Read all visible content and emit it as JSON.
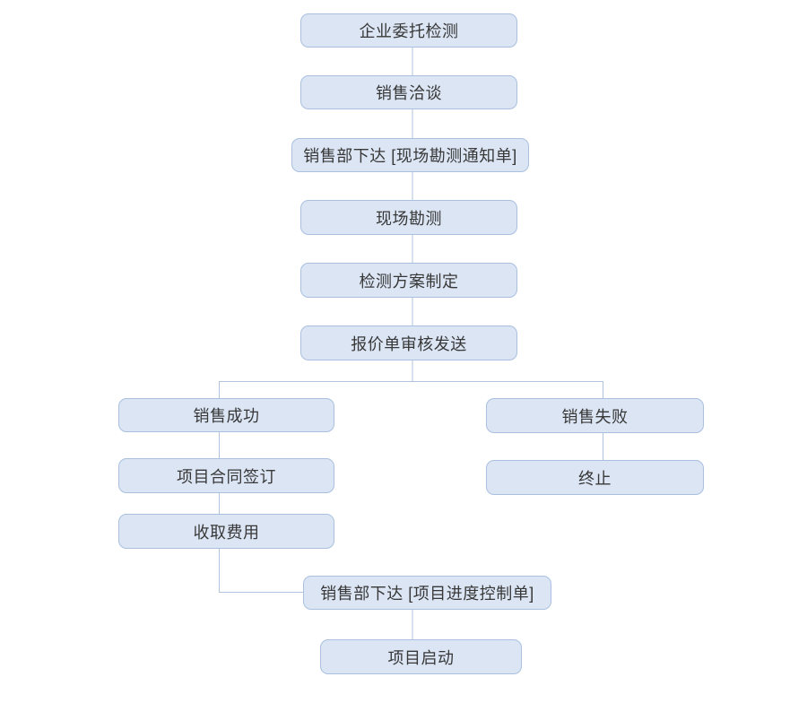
{
  "nodes": [
    {
      "label": "企业委托检测"
    },
    {
      "label": "销售洽谈"
    },
    {
      "label": "销售部下达 [现场勘测通知单]"
    },
    {
      "label": "现场勘测"
    },
    {
      "label": "检测方案制定"
    },
    {
      "label": "报价单审核发送"
    },
    {
      "label": "销售成功"
    },
    {
      "label": "销售失败"
    },
    {
      "label": "项目合同签订"
    },
    {
      "label": "终止"
    },
    {
      "label": "收取费用"
    },
    {
      "label": "销售部下达 [项目进度控制单]"
    },
    {
      "label": "项目启动"
    }
  ],
  "colors": {
    "node_fill": "#dbe5f4",
    "node_border": "#a9c0de",
    "connector_line": "#b0c4dd",
    "text": "#383838",
    "background": "#ffffff"
  }
}
